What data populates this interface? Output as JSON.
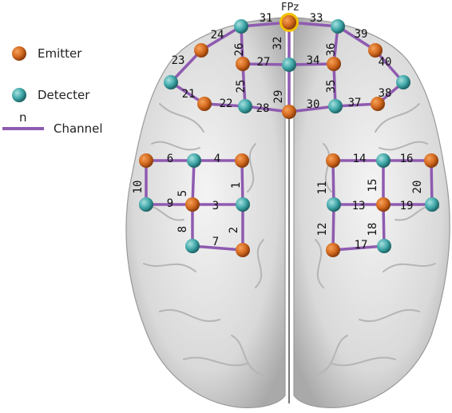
{
  "colors": {
    "emitter": "#d2691e",
    "detecter": "#3fa7a8",
    "channel": "#8e5bb0",
    "highlight": "#f2c200",
    "brain": "#dcdcdc"
  },
  "legend": {
    "emitter_label": "Emitter",
    "detecter_label": "Detecter",
    "channel_symbol": "n",
    "channel_label": "Channel"
  },
  "reference": {
    "label": "FPz"
  },
  "optodes": {
    "emitters": [
      "E1",
      "E2",
      "E3",
      "E4",
      "E5",
      "E6",
      "E7",
      "E8",
      "E9",
      "E10",
      "E11",
      "E12",
      "E13",
      "E14",
      "E15",
      "E16"
    ],
    "detecters": [
      "D1",
      "D2",
      "D3",
      "D4",
      "D5",
      "D6",
      "D7",
      "D8",
      "D9",
      "D10",
      "D11",
      "D12",
      "D13",
      "D14",
      "D15"
    ]
  },
  "channels": [
    "1",
    "2",
    "3",
    "4",
    "5",
    "6",
    "7",
    "8",
    "9",
    "10",
    "11",
    "12",
    "13",
    "14",
    "15",
    "16",
    "17",
    "18",
    "19",
    "20",
    "21",
    "22",
    "23",
    "24",
    "25",
    "26",
    "27",
    "28",
    "29",
    "30",
    "31",
    "32",
    "33",
    "34",
    "35",
    "36",
    "37",
    "38",
    "39",
    "40"
  ]
}
